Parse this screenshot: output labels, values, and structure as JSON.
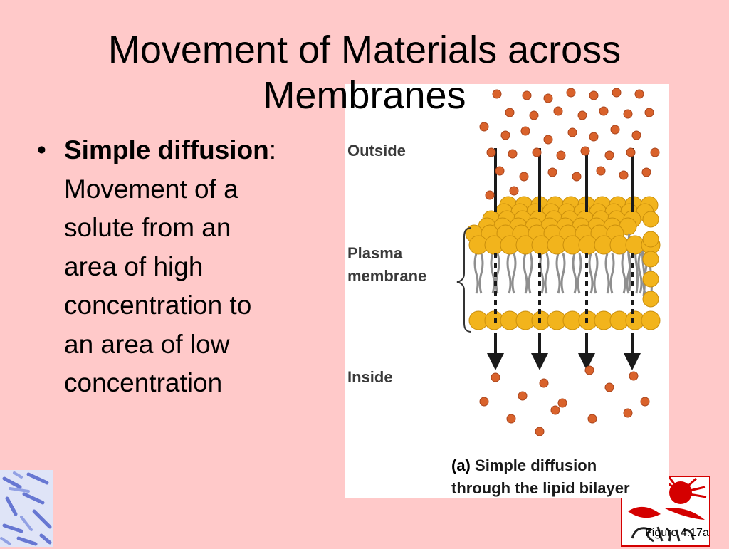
{
  "title": {
    "line1": "Movement of Materials across",
    "line2": "Membranes"
  },
  "bullet": {
    "marker": "•",
    "term": "Simple diffusion",
    "colon": ":",
    "lines": [
      "Movement of a",
      "solute from an",
      "area of high",
      "concentration to",
      "an area of low",
      "concentration"
    ]
  },
  "figure": {
    "outside_label": "Outside",
    "membrane_label_line1": "Plasma",
    "membrane_label_line2": "membrane",
    "inside_label": "Inside",
    "caption_letter": "(a)",
    "caption_line1": "Simple diffusion",
    "caption_line2": "through the lipid bilayer"
  },
  "figure_reference": "Figure 4.17a",
  "colors": {
    "background": "#ffc9c9",
    "solute": "#d9622b",
    "lipid_head": "#f2b41c",
    "lipid_tail": "#8f8f8f",
    "arrow": "#1a1a1a",
    "logo_red": "#d40000"
  },
  "logo_right": "skyline-logo",
  "logo_left": "microscope-image"
}
